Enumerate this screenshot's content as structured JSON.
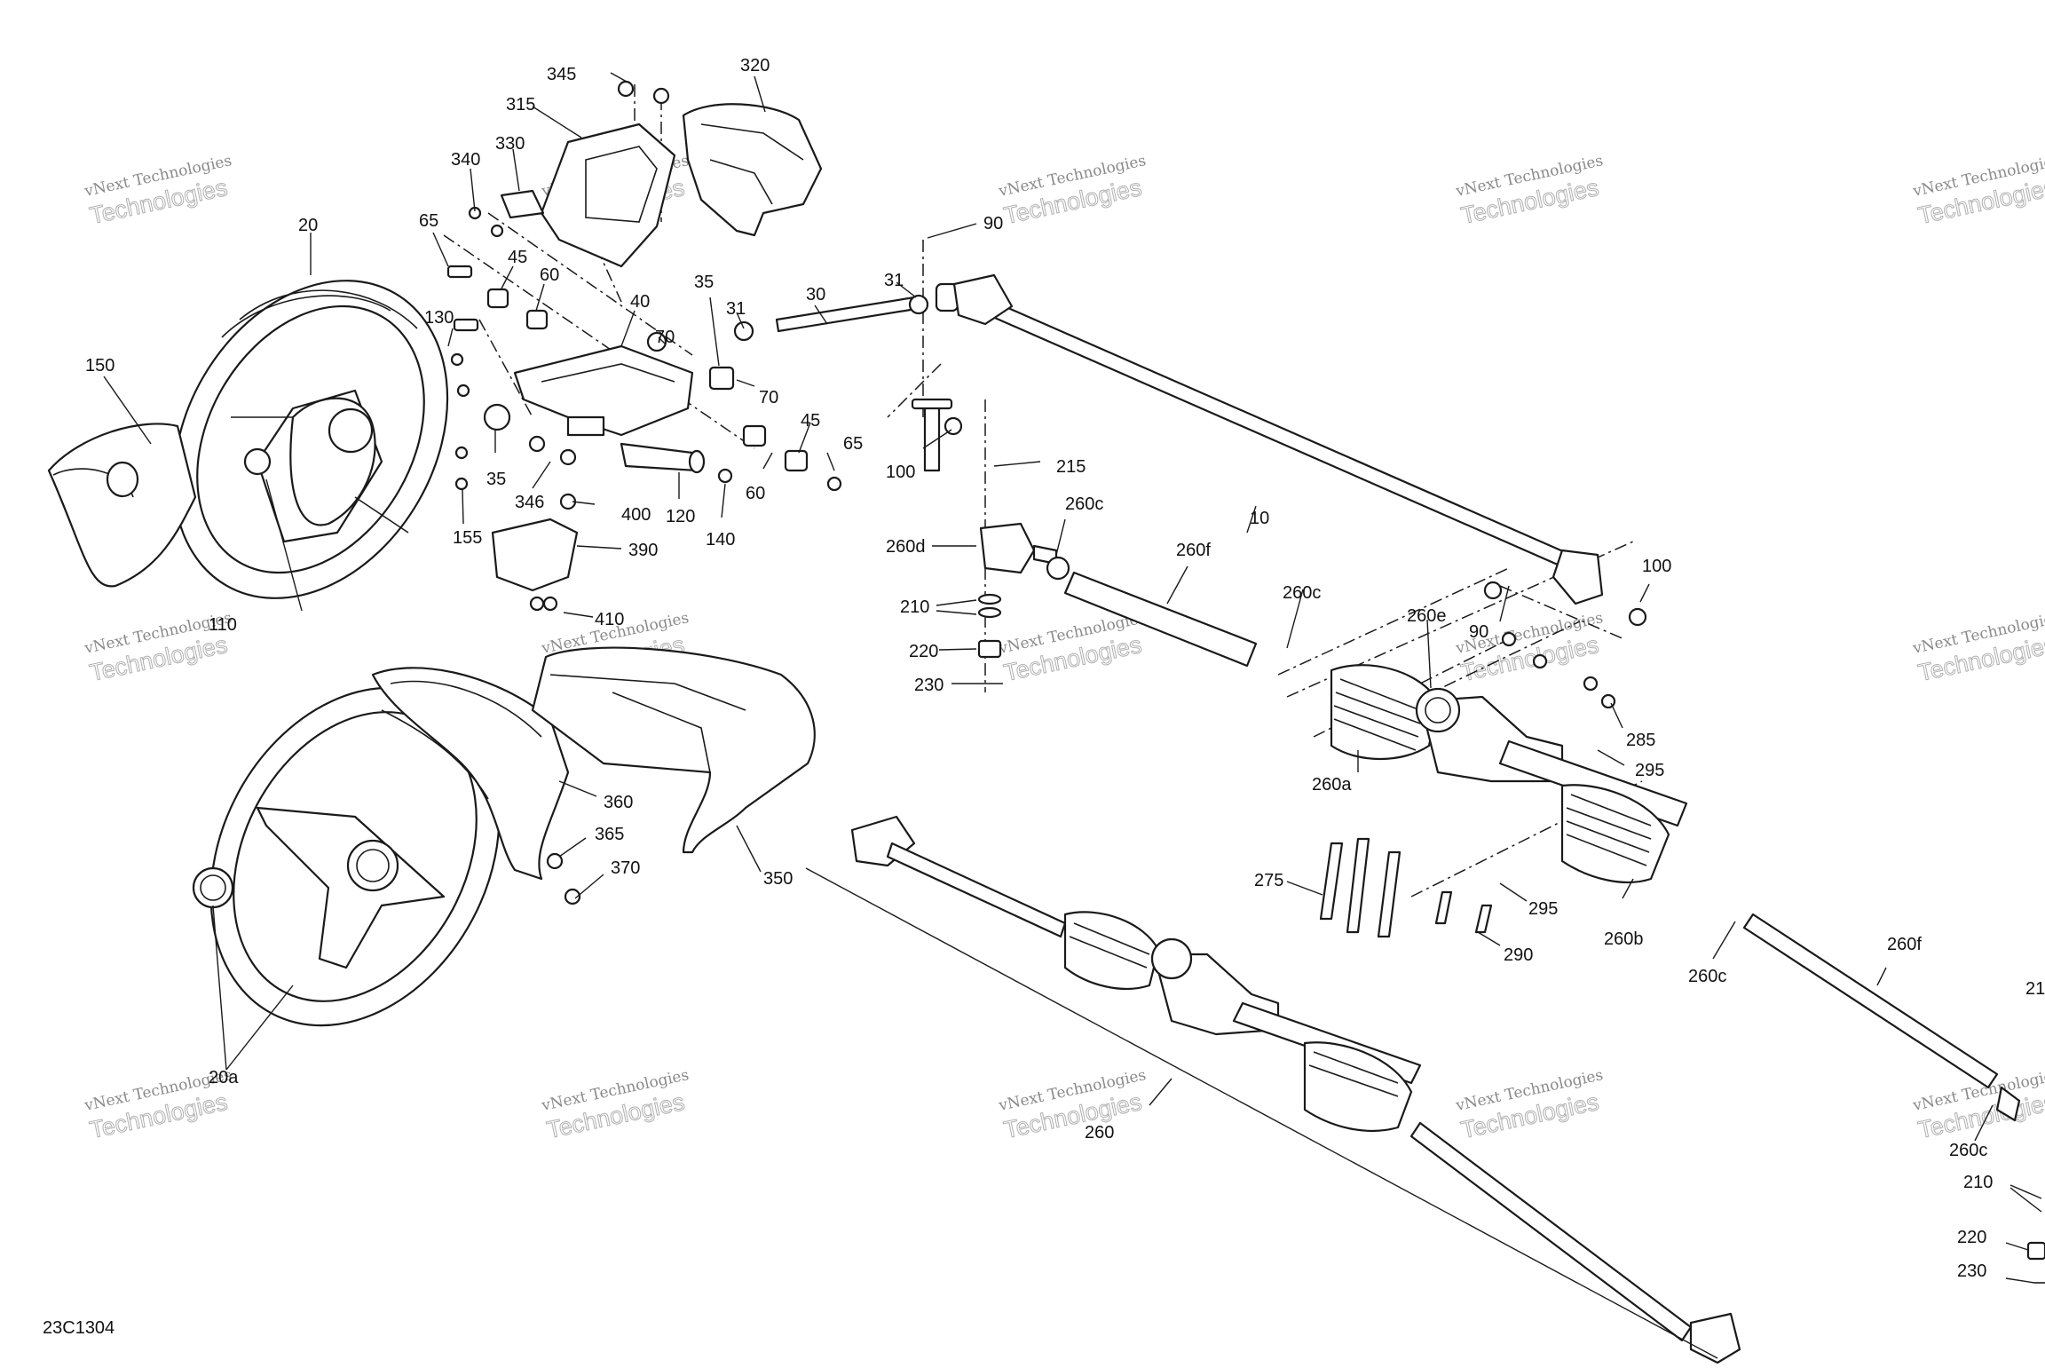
{
  "diagram_code": "23C1304",
  "watermark": {
    "line1": "vNext Technologies",
    "line2": "Technologies"
  },
  "callouts": [
    "345",
    "320",
    "315",
    "330",
    "340",
    "65",
    "20",
    "45",
    "60",
    "130",
    "40",
    "70",
    "35",
    "31",
    "30",
    "31",
    "90",
    "150",
    "35",
    "346",
    "400",
    "120",
    "70",
    "45",
    "65",
    "60",
    "140",
    "100",
    "215",
    "155",
    "390",
    "110",
    "260d",
    "260c",
    "260f",
    "10",
    "210",
    "220",
    "230",
    "410",
    "260c",
    "260e",
    "90",
    "100",
    "360",
    "365",
    "370",
    "350",
    "260a",
    "285",
    "295",
    "275",
    "295",
    "290",
    "260b",
    "260f",
    "260c",
    "20a",
    "260",
    "260c",
    "210",
    "220",
    "230",
    "21"
  ]
}
